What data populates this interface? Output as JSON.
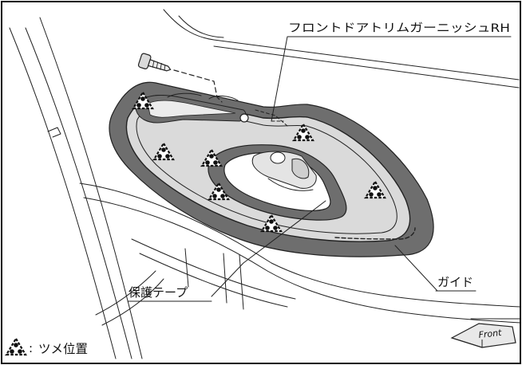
{
  "labels": {
    "trim_garnish": "フロントドアトリムガーニッシュRH",
    "protective_tape": "保護テープ",
    "guide": "ガイド",
    "front": "Front"
  },
  "legend": {
    "symbol": "∴",
    "separator": ":",
    "text": "ツメ位置"
  },
  "colors": {
    "tape": "#6e6e6e",
    "garnish": "#dadada",
    "line": "#222222"
  }
}
